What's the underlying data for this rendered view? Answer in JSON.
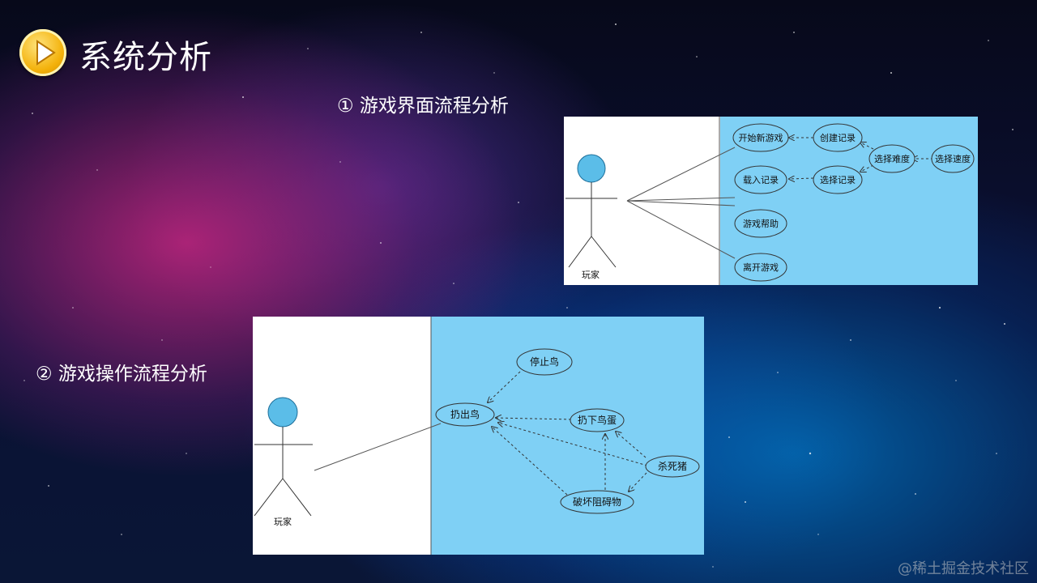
{
  "page_title": "系统分析",
  "section1": {
    "label": "① 游戏界面流程分析"
  },
  "section2": {
    "label": "② 游戏操作流程分析"
  },
  "diagram1": {
    "actor": "玩家",
    "use_cases": [
      "开始新游戏",
      "创建记录",
      "选择难度",
      "选择速度",
      "载入记录",
      "选择记录",
      "游戏帮助",
      "离开游戏"
    ]
  },
  "diagram2": {
    "actor": "玩家",
    "use_cases": [
      "停止鸟",
      "扔出鸟",
      "扔下鸟蛋",
      "杀死猪",
      "破坏阻碍物"
    ]
  },
  "watermark": "@稀土掘金技术社区",
  "colors": {
    "diagram_panel": "#7fd0f5",
    "actor_head": "#5bbde8",
    "icon": "#f3b10a"
  }
}
